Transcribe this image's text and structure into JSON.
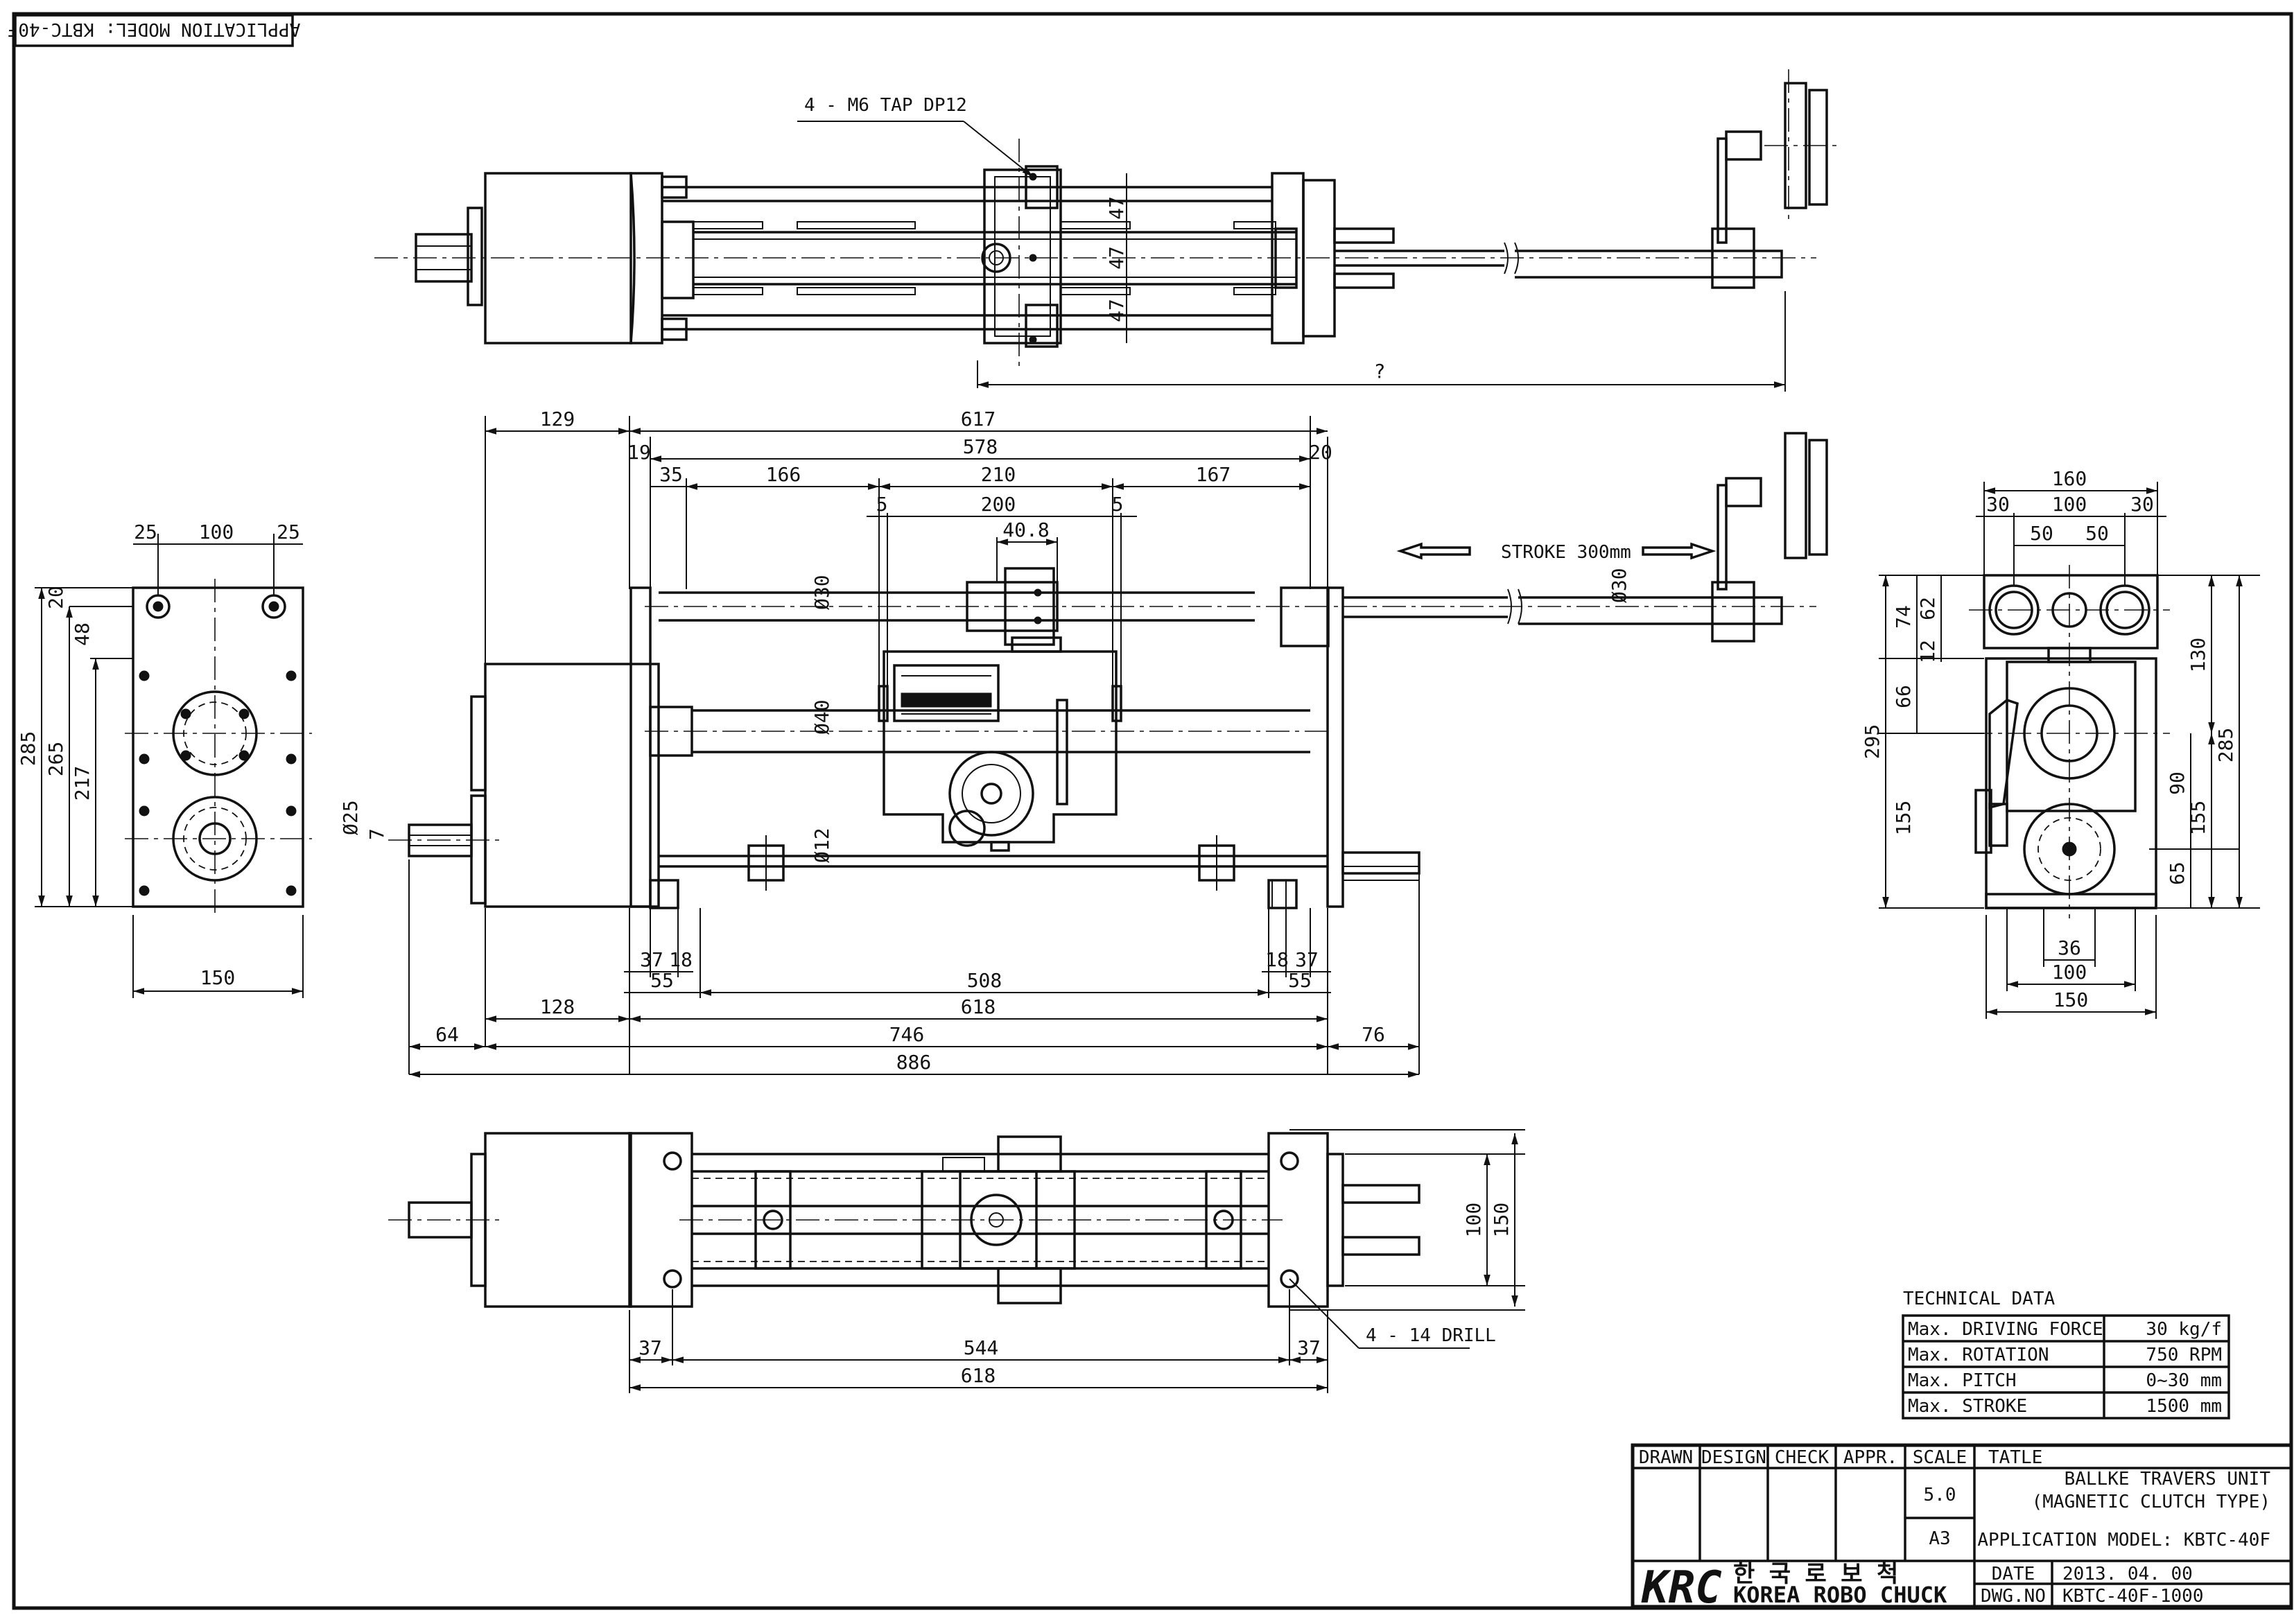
{
  "header": {
    "application_model_label": "APPLICATION MODEL: KBTC-40F"
  },
  "top_view": {
    "tap_callout": "4 - M6 TAP  DP12",
    "dims": [
      "47",
      "47",
      "47",
      "?"
    ]
  },
  "front_view": {
    "dims_top": [
      "129",
      "617",
      "578",
      "19",
      "20",
      "35",
      "166",
      "210",
      "167",
      "5",
      "200",
      "5",
      "40.8"
    ],
    "diameters": [
      "Ø30",
      "Ø30",
      "Ø40",
      "Ø12",
      "Ø25"
    ],
    "key": "7",
    "stroke_label": "STROKE 300mm",
    "dims_bottom": [
      "37",
      "18",
      "55",
      "508",
      "18",
      "37",
      "55",
      "128",
      "618",
      "64",
      "746",
      "76",
      "886"
    ]
  },
  "left_view": {
    "dims": [
      "25",
      "100",
      "25",
      "20",
      "48",
      "285",
      "265",
      "217",
      "150"
    ]
  },
  "right_view": {
    "dims": [
      "160",
      "30",
      "100",
      "30",
      "50",
      "50",
      "74",
      "62",
      "12",
      "66",
      "295",
      "155",
      "130",
      "90",
      "155",
      "285",
      "65",
      "36",
      "100",
      "150"
    ]
  },
  "bottom_view": {
    "dims": [
      "37",
      "544",
      "37",
      "618",
      "100",
      "150"
    ],
    "drill_callout": "4 - 14 DRILL"
  },
  "technical_data": {
    "title": "TECHNICAL DATA",
    "rows": [
      {
        "label": "Max. DRIVING FORCE",
        "value": "30 kg/f"
      },
      {
        "label": "Max. ROTATION",
        "value": "750 RPM"
      },
      {
        "label": "Max. PITCH",
        "value": "0~30 mm"
      },
      {
        "label": "Max. STROKE",
        "value": "1500 mm"
      }
    ]
  },
  "title_block": {
    "headers": [
      "DRAWN",
      "DESIGN",
      "CHECK",
      "APPR.",
      "SCALE",
      "TATLE"
    ],
    "scale": "5.0",
    "paper": "A3",
    "title_line1": "BALLKE TRAVERS UNIT",
    "title_line2": "(MAGNETIC CLUTCH TYPE)",
    "application": "APPLICATION MODEL: KBTC-40F",
    "logo": "KRC",
    "company_korean": "한  국  로  보  척",
    "company_english": "KOREA ROBO CHUCK",
    "date_label": "DATE",
    "date_value": "2013. 04. 00",
    "dwg_label": "DWG.NO",
    "dwg_value": "KBTC-40F-1000"
  }
}
